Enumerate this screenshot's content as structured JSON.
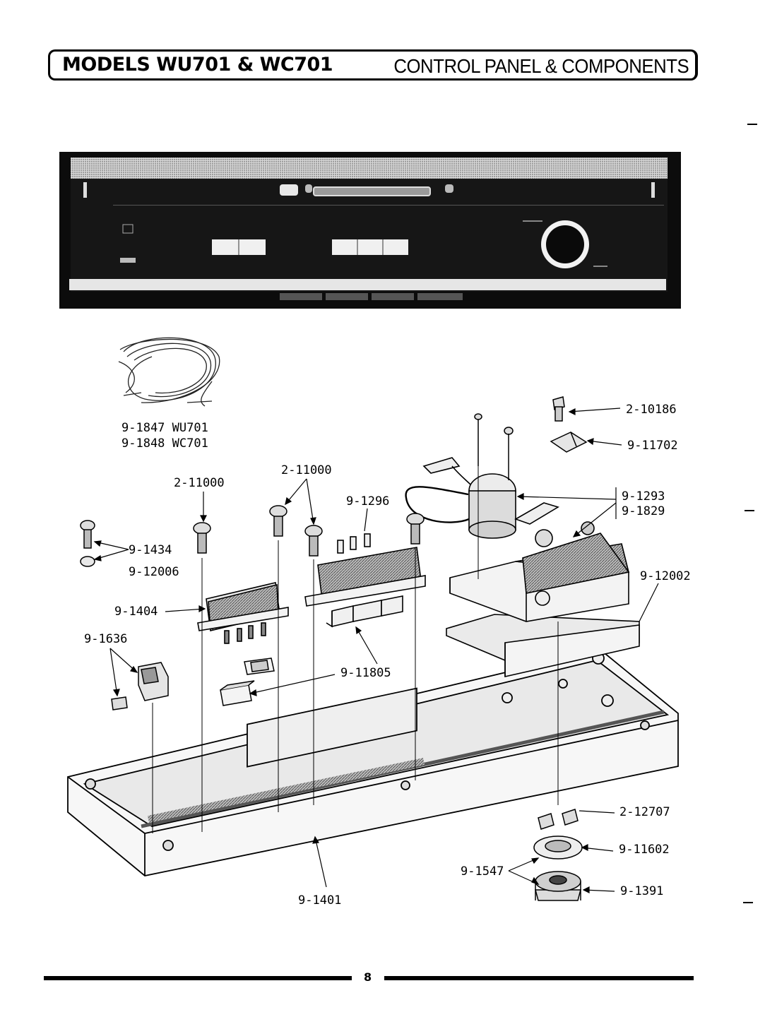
{
  "header": {
    "models": "MODELS WU701 & WC701",
    "section": "CONTROL PANEL & COMPONENTS"
  },
  "page_number": "8",
  "harness_labels": {
    "line1": "9-1847 WU701",
    "line2": "9-1848 WC701"
  },
  "callouts": {
    "screw_top": "2-10186",
    "bracket_top": "9-11702",
    "timer_a": "9-1293",
    "timer_b": "9-1829",
    "switch_mid": "9-1296",
    "screws_pair": "2-11000",
    "screw_left": "2-11000",
    "screw_set": "9-1434",
    "washer": "9-12006",
    "switch_left": "9-1404",
    "light_assy": "9-1636",
    "cover": "9-12002",
    "buttons": "9-11805",
    "nuts": "2-12707",
    "dial": "9-11602",
    "knob_assy": "9-1547",
    "knob": "9-1391",
    "panel": "9-1401"
  }
}
